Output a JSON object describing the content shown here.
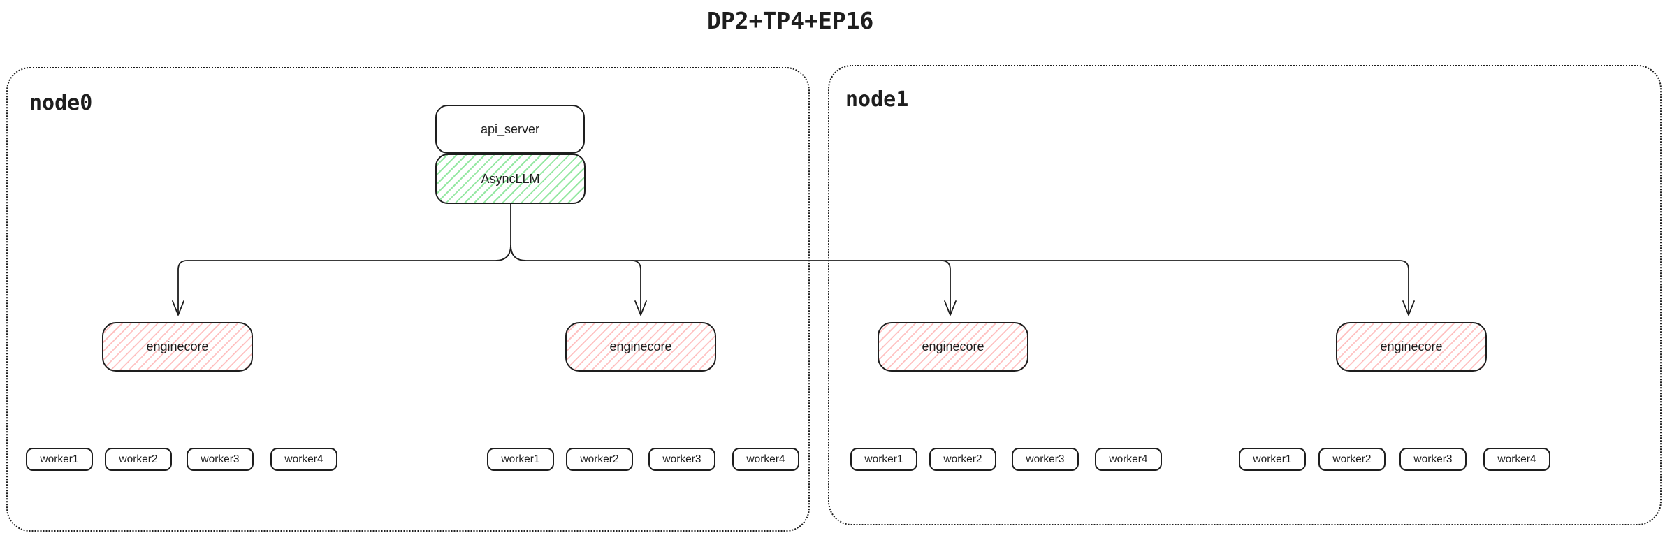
{
  "title": "DP2+TP4+EP16",
  "colors": {
    "ink": "#1e1e1e",
    "green_hatch": "#96e8a3",
    "red_hatch": "#ffc2c2",
    "background": "#ffffff"
  },
  "nodes": [
    {
      "label": "node0",
      "stack": {
        "api_server": "api_server",
        "async_llm": "AsyncLLM"
      },
      "enginecores": [
        {
          "label": "enginecore",
          "workers": [
            "worker1",
            "worker2",
            "worker3",
            "worker4"
          ]
        },
        {
          "label": "enginecore",
          "workers": [
            "worker1",
            "worker2",
            "worker3",
            "worker4"
          ]
        }
      ]
    },
    {
      "label": "node1",
      "enginecores": [
        {
          "label": "enginecore",
          "workers": [
            "worker1",
            "worker2",
            "worker3",
            "worker4"
          ]
        },
        {
          "label": "enginecore",
          "workers": [
            "worker1",
            "worker2",
            "worker3",
            "worker4"
          ]
        }
      ]
    }
  ]
}
